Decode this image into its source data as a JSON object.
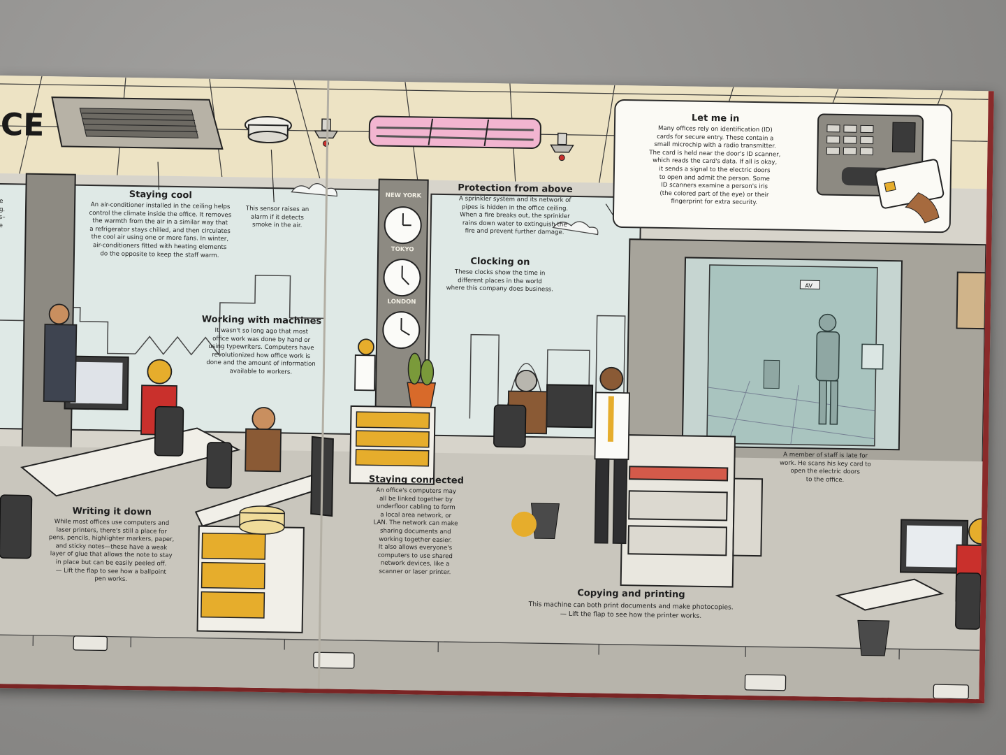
{
  "page": {
    "title_fragment": "CE"
  },
  "sections": {
    "staying_cool": {
      "heading": "Staying cool",
      "lines": [
        "An air-conditioner installed in the ceiling helps",
        "control the climate inside the office. It removes",
        "the warmth from the air in a similar way that",
        "a refrigerator stays chilled, and then circulates",
        "the cool air using one or more fans. In winter,",
        "air-conditioners fitted with heating elements",
        "do the opposite to keep the staff warm."
      ]
    },
    "smoke_sensor": {
      "lines": [
        "This sensor raises an",
        "alarm if it detects",
        "smoke in the air."
      ]
    },
    "protection": {
      "heading": "Protection from above",
      "lines": [
        "A sprinkler system and its network of",
        "pipes is hidden in the office ceiling.",
        "When a fire breaks out, the sprinkler",
        "rains down water to extinguish the",
        "fire and prevent further damage."
      ]
    },
    "clocking_on": {
      "heading": "Clocking on",
      "lines": [
        "These clocks show the time in",
        "different places in the world",
        "where this company does business."
      ]
    },
    "clocks": [
      "NEW YORK",
      "TOKYO",
      "LONDON"
    ],
    "let_me_in": {
      "heading": "Let me in",
      "lines": [
        "Many offices rely on identification (ID)",
        "cards for secure entry. These contain a",
        "small microchip with a radio transmitter.",
        "The card is held near the door's ID scanner,",
        "which reads the card's data. If all is okay,",
        "it sends a signal to the electric doors",
        "to open and admit the person. Some",
        "ID scanners examine a person's iris",
        "(the colored part of the eye) or their",
        "fingerprint for extra security."
      ]
    },
    "machines": {
      "heading": "Working with machines",
      "lines": [
        "It wasn't so long ago that most",
        "office work was done by hand or",
        "using typewriters. Computers have",
        "revolutionized how office work is",
        "done and the amount of information",
        "available to workers."
      ]
    },
    "writing": {
      "heading": "Writing it down",
      "lines": [
        "While most offices use computers and",
        "laser printers, there's still a place for",
        "pens, pencils, highlighter markers, paper,",
        "and sticky notes—these have a weak",
        "layer of glue that allows the note to stay",
        "in place but can be easily peeled off.",
        "— Lift the flap to see how a ballpoint",
        "pen works."
      ]
    },
    "connected": {
      "heading": "Staying connected",
      "lines": [
        "An office's computers may",
        "all be linked together by",
        "underfloor cabling to form",
        "a local area network, or",
        "LAN. The network can make",
        "sharing documents and",
        "working together easier.",
        "It also allows everyone's",
        "computers to use shared",
        "network devices, like a",
        "scanner or laser printer."
      ]
    },
    "late": {
      "lines": [
        "A member of staff is late for",
        "work. He scans his key card to",
        "open the electric doors",
        "to the office."
      ]
    },
    "copying": {
      "heading": "Copying and printing",
      "lines": [
        "This machine can both print documents and make photocopies.",
        "— Lift the flap to see how the printer works."
      ]
    },
    "left_edge": {
      "lines": [
        "e",
        "g.",
        "s–",
        "e"
      ]
    },
    "elevator_sign": "AV"
  },
  "colors": {
    "wall": "#e9e5d8",
    "ceiling": "#ede3c4",
    "window": "#dfe9e6",
    "accent_yellow": "#e6ad2c",
    "book_edge": "#8a2a2a",
    "pillar": "#8d8a82",
    "floor": "#c9c6bd",
    "ceiling_panel_pink": "#f2b5d0"
  }
}
